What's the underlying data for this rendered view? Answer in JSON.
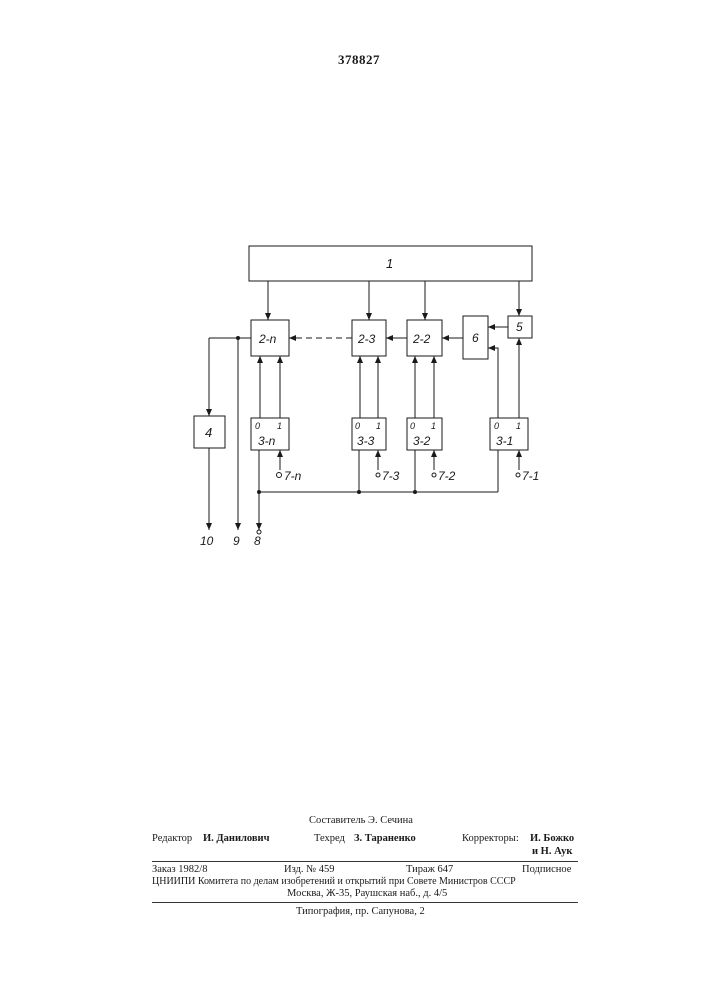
{
  "patent_number": "378827",
  "diagram": {
    "block_main": "1",
    "blocks_2": [
      "2-n",
      "2-3",
      "2-2"
    ],
    "blocks_3": [
      "3-n",
      "3-3",
      "3-2",
      "3-1"
    ],
    "block_4": "4",
    "block_5": "5",
    "block_6": "6",
    "bit_zero": "0",
    "bit_one": "1",
    "inputs_7": [
      "7-n",
      "7-3",
      "7-2",
      "7-1"
    ],
    "outputs": [
      "10",
      "9",
      "8"
    ]
  },
  "credits": {
    "compiler": "Составитель Э. Сечина",
    "editor_label": "Редактор",
    "editor_name": "И. Данилович",
    "techred_label": "Техред",
    "techred_name": "З. Тараненко",
    "correctors_label": "Корректоры:",
    "corrector_1": "И. Божко",
    "corrector_2": "и Н. Аук"
  },
  "imprint": {
    "order": "Заказ 1982/8",
    "edition": "Изд. № 459",
    "copies": "Тираж 647",
    "subscription": "Подписное",
    "org_line": "ЦНИИПИ Комитета по делам изобретений и открытий при Совете Министров СССР",
    "address": "Москва, Ж-35, Раушская наб., д. 4/5",
    "printer": "Типография, пр. Сапунова, 2"
  }
}
